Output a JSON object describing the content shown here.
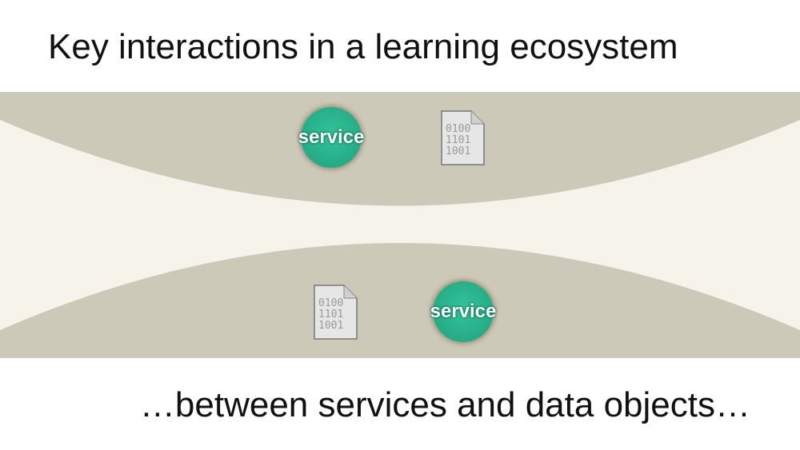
{
  "title": "Key interactions in a learning ecosystem",
  "subtitle": "…between services and data objects…",
  "nodes": {
    "service_top": "service",
    "service_bottom": "service",
    "file_top": [
      "0100",
      "1101",
      "1001"
    ],
    "file_bottom": [
      "0100",
      "1101",
      "1001"
    ]
  },
  "colors": {
    "band": "#ccc9b9",
    "channel": "#f5f3ea",
    "service": "#2ab58e"
  }
}
